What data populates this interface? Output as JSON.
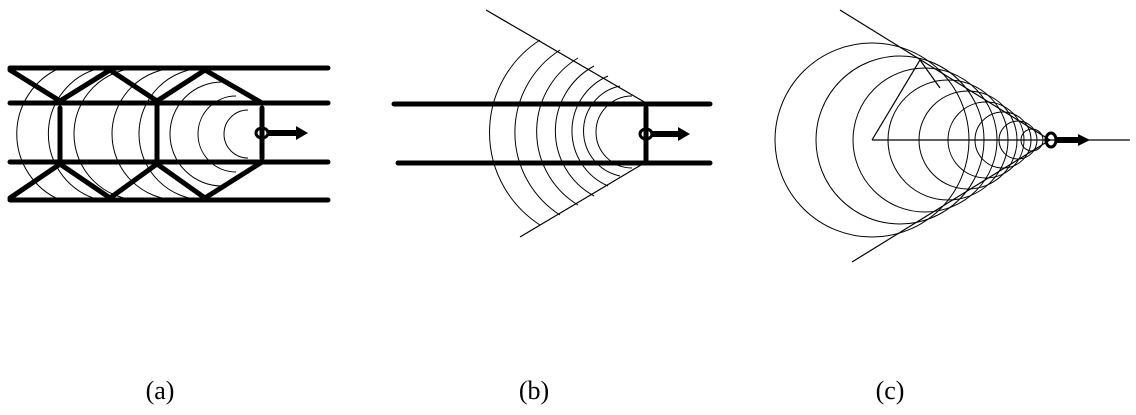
{
  "figure": {
    "panels": [
      {
        "id": "a",
        "caption": "(a)"
      },
      {
        "id": "b",
        "caption": "(b)"
      },
      {
        "id": "c",
        "caption": "(c)"
      }
    ],
    "ink_color": "#000000",
    "background": "#ffffff"
  }
}
